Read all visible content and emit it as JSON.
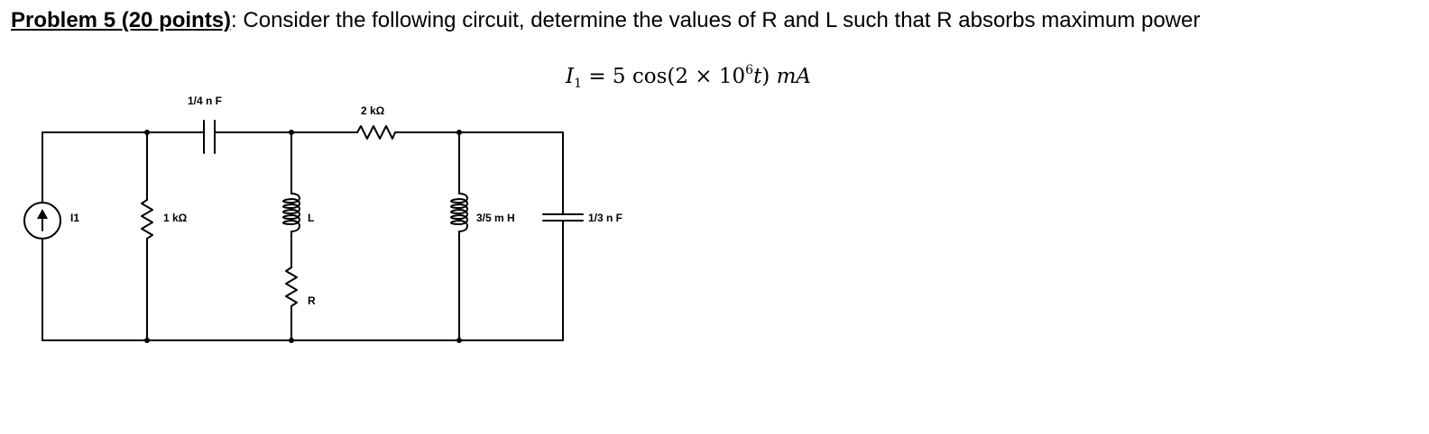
{
  "problem": {
    "heading": "Problem 5 (20 points)",
    "separator": ":",
    "text": " Consider the following circuit, determine the values of R and L such that R absorbs maximum power"
  },
  "equation": {
    "lhs_var": "I",
    "lhs_sub": "1",
    "equals": " = 5 cos(2 × 10",
    "exp": "6",
    "t": "t",
    "close": ")",
    "unit": " mA"
  },
  "circuit": {
    "source_label": "I1",
    "r1_label": "1 kΩ",
    "c1_label": "1/4 n F",
    "l_label": "L",
    "r_label": "R",
    "r2_label": "2 kΩ",
    "l2_label": "3/5 m H",
    "c2_label": "1/3 n F"
  }
}
